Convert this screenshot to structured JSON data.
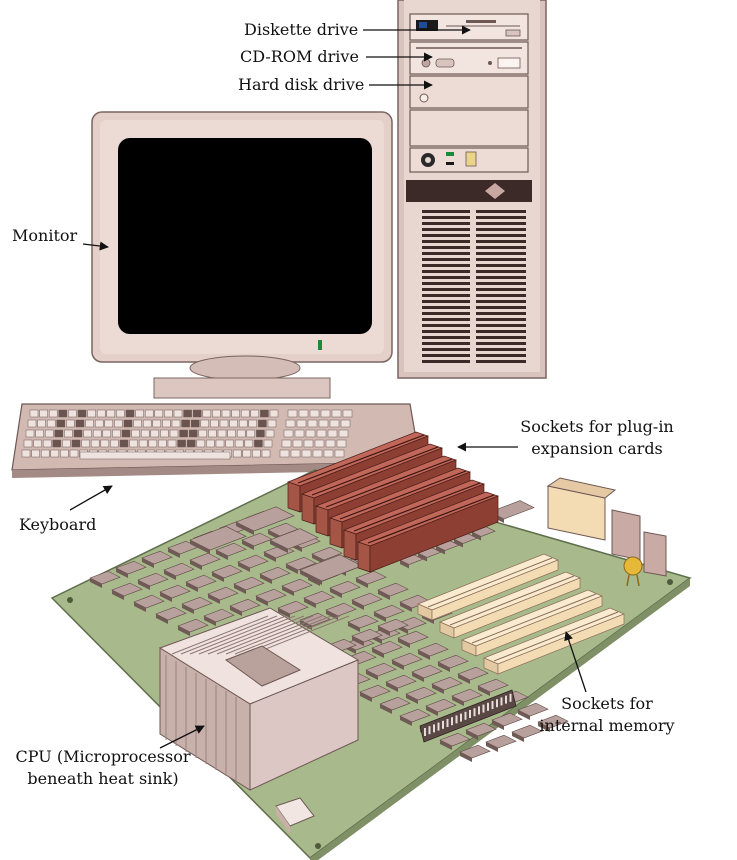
{
  "labels": {
    "diskette_drive": "Diskette drive",
    "cdrom_drive": "CD-ROM drive",
    "hard_disk_drive": "Hard disk drive",
    "monitor": "Monitor",
    "keyboard": "Keyboard",
    "expansion_sockets_line1": "Sockets for plug-in",
    "expansion_sockets_line2": "expansion cards",
    "memory_sockets_line1": "Sockets for",
    "memory_sockets_line2": "internal memory",
    "cpu_line1": "CPU (Microprocessor",
    "cpu_line2": "beneath heat sink)"
  },
  "colors": {
    "case": "#e6d2cc",
    "case_dark": "#c9b0a8",
    "screen": "#000000",
    "board": "#a7b98a",
    "expansion_slot": "#8e3f33",
    "memory_slot": "#f3dcb4",
    "chip": "#9a8380",
    "heat_sink": "#dcc7c4",
    "led": "#1d8a3a"
  }
}
